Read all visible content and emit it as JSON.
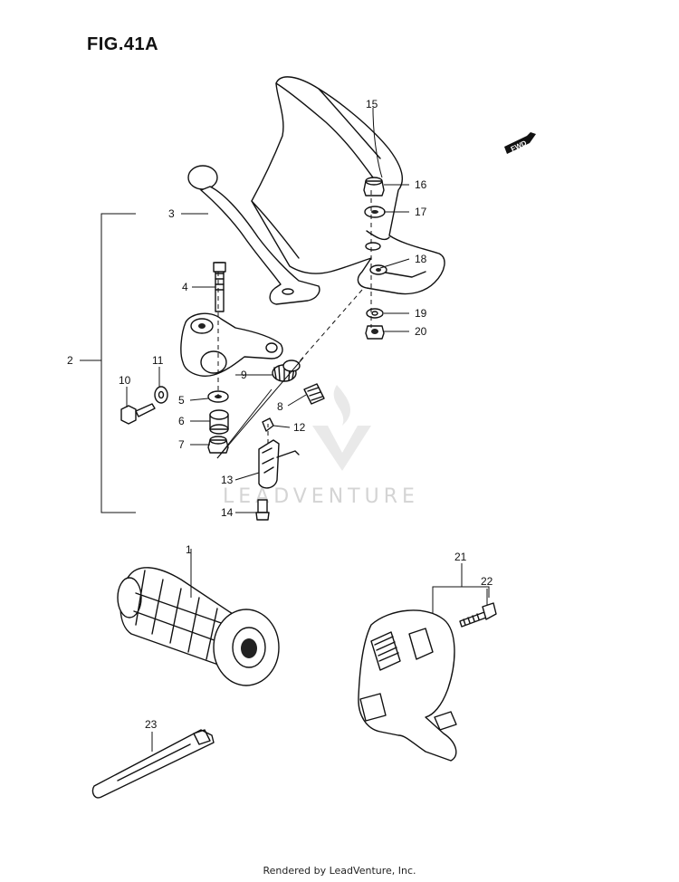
{
  "figure": {
    "title": "FIG.41A",
    "fwd_label": "FWD"
  },
  "watermark": {
    "text": "LEADVENTURE"
  },
  "footer": {
    "credit": "Rendered by LeadVenture, Inc."
  },
  "callouts": [
    "1",
    "2",
    "3",
    "4",
    "5",
    "6",
    "7",
    "8",
    "9",
    "10",
    "11",
    "12",
    "13",
    "14",
    "15",
    "16",
    "17",
    "18",
    "19",
    "20",
    "21",
    "22",
    "23"
  ],
  "parts": [
    {
      "id": "grip",
      "icon": "handlebar-grip-icon"
    },
    {
      "id": "lever",
      "icon": "clutch-lever-icon"
    },
    {
      "id": "handguard",
      "icon": "hand-guard-icon"
    },
    {
      "id": "lever-holder",
      "icon": "lever-holder-icon"
    },
    {
      "id": "switch",
      "icon": "handlebar-switch-icon"
    },
    {
      "id": "cable-tie",
      "icon": "cable-tie-icon"
    }
  ]
}
